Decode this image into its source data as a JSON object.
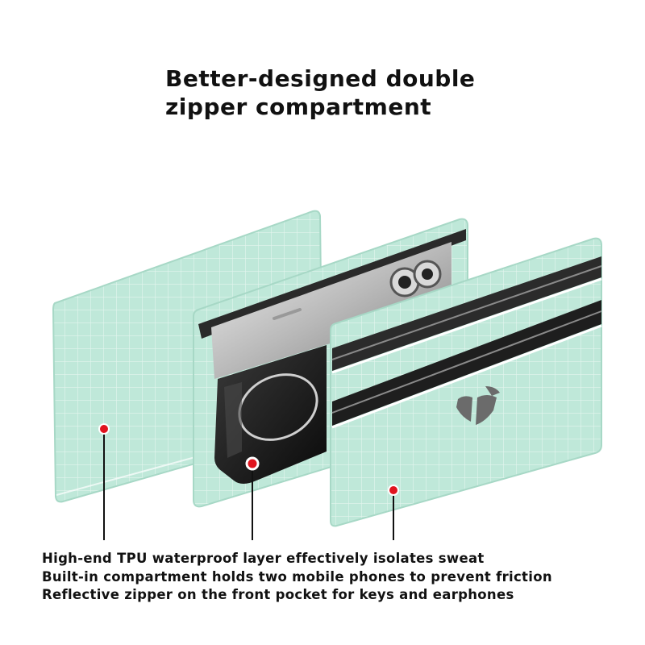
{
  "title": {
    "line1": "Better-designed double",
    "line2": "zipper compartment"
  },
  "captions": [
    "High-end TPU waterproof layer effectively isolates sweat",
    "Built-in compartment holds two mobile phones to prevent friction",
    "Reflective zipper on the front pocket for keys and earphones"
  ],
  "colors": {
    "panel_mint": "#bfe8d9",
    "panel_edge": "#9fd4c2",
    "grid_line": "#e6f6ef",
    "zipper_dark": "#1e1e1e",
    "callout_marker": "#e0141e",
    "text": "#111111"
  },
  "icons": {
    "brand_mark": "leaf-logo-icon"
  }
}
